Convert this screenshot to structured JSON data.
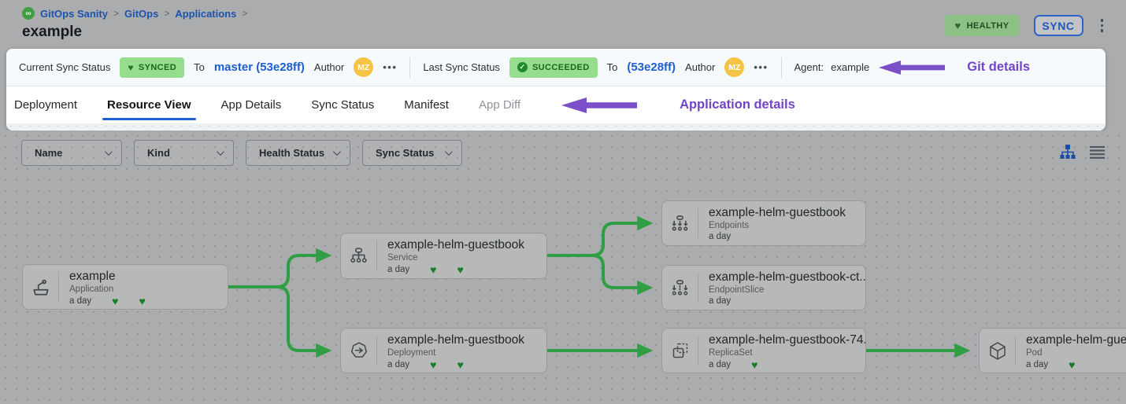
{
  "colors": {
    "accent_blue": "#1d5ed0",
    "connector_green": "#2f9e44",
    "badge_green_bg": "#97dd90",
    "badge_green_text": "#17691a",
    "annotation_purple": "#7244c6",
    "avatar_yellow": "#f6c445"
  },
  "header": {
    "breadcrumbs": [
      {
        "label": "GitOps Sanity"
      },
      {
        "label": "GitOps"
      },
      {
        "label": "Applications"
      }
    ],
    "title": "example",
    "health_badge": "HEALTHY",
    "sync_button": "SYNC"
  },
  "status_bar": {
    "current_sync": {
      "label": "Current Sync Status",
      "badge": "SYNCED",
      "to_label": "To",
      "revision": "master (53e28ff)",
      "author_label": "Author",
      "author_initials": "MZ"
    },
    "last_sync": {
      "label": "Last Sync Status",
      "badge": "SUCCEEDED",
      "to_label": "To",
      "revision": "(53e28ff)",
      "author_label": "Author",
      "author_initials": "MZ"
    },
    "agent": {
      "label": "Agent:",
      "value": "example"
    },
    "annotation": "Git details"
  },
  "tabs": {
    "items": [
      {
        "label": "Deployment"
      },
      {
        "label": "Resource View"
      },
      {
        "label": "App Details"
      },
      {
        "label": "Sync Status"
      },
      {
        "label": "Manifest"
      },
      {
        "label": "App Diff"
      }
    ],
    "active": "Resource View",
    "annotation": "Application details"
  },
  "filters": {
    "items": [
      {
        "label": "Name"
      },
      {
        "label": "Kind"
      },
      {
        "label": "Health Status"
      },
      {
        "label": "Sync Status"
      }
    ]
  },
  "tree": {
    "nodes": [
      {
        "name": "example",
        "kind": "Application",
        "age": "a day",
        "health_hearts": 2
      },
      {
        "name": "example-helm-guestbook",
        "kind": "Service",
        "age": "a day",
        "health_hearts": 2
      },
      {
        "name": "example-helm-guestbook",
        "kind": "Endpoints",
        "age": "a day",
        "health_hearts": 0
      },
      {
        "name": "example-helm-guestbook-ct...",
        "kind": "EndpointSlice",
        "age": "a day",
        "health_hearts": 0
      },
      {
        "name": "example-helm-guestbook",
        "kind": "Deployment",
        "age": "a day",
        "health_hearts": 2
      },
      {
        "name": "example-helm-guestbook-74...",
        "kind": "ReplicaSet",
        "age": "a day",
        "health_hearts": 1
      },
      {
        "name": "example-helm-guest",
        "kind": "Pod",
        "age": "a day",
        "health_hearts": 1
      }
    ]
  }
}
